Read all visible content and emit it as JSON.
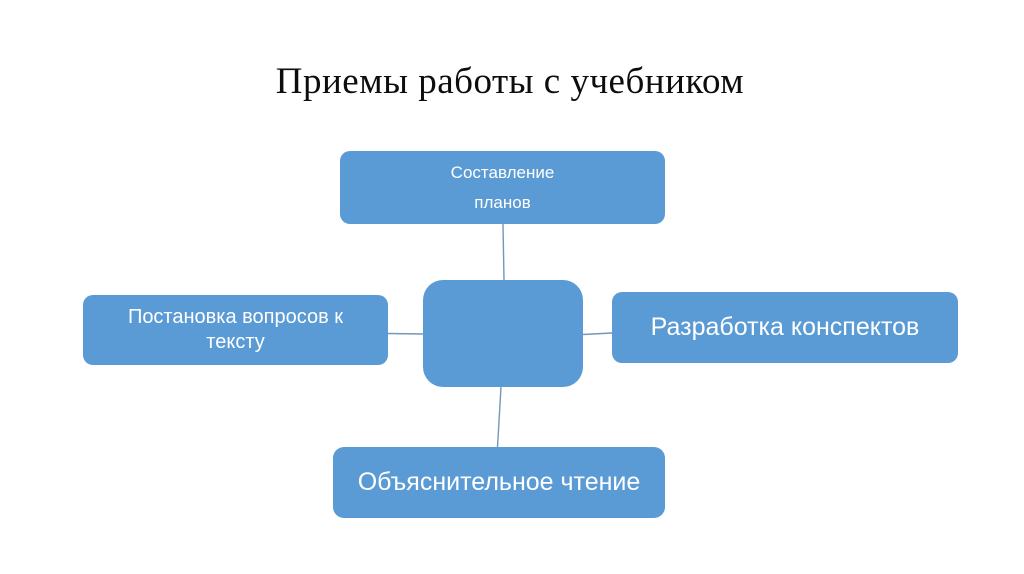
{
  "slide": {
    "title": "Приемы работы с учебником",
    "background_color": "#ffffff",
    "accent_color": "#5b9bd5",
    "connector_color": "#7496b8",
    "node_text_color": "#ffffff",
    "title_color": "#0d0d0d"
  },
  "diagram": {
    "type": "radial-hub",
    "center": {
      "lines": []
    },
    "top": {
      "lines": [
        "Составление",
        "планов"
      ]
    },
    "left": {
      "lines": [
        "Постановка вопросов к",
        "тексту"
      ]
    },
    "right": {
      "lines": [
        "Разработка конспектов"
      ]
    },
    "bottom": {
      "lines": [
        "Объяснительное чтение"
      ]
    }
  }
}
